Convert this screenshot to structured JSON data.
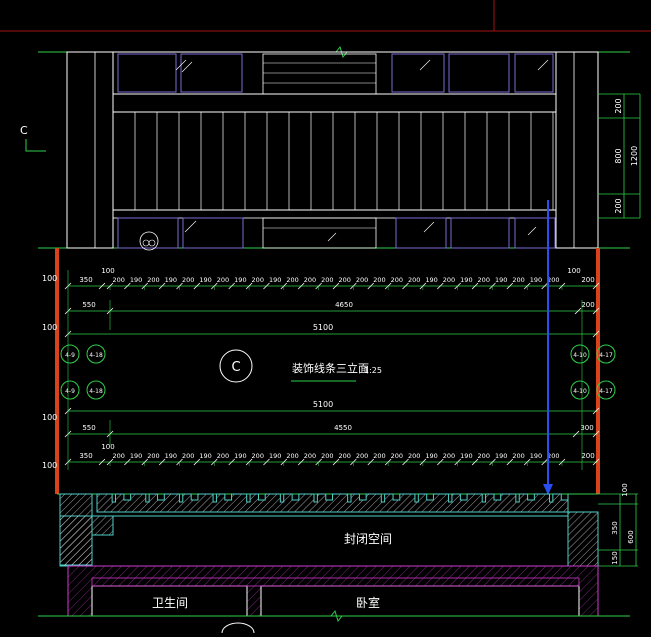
{
  "section_marker": "C",
  "title_circle_letter": "C",
  "drawing_title": "装饰线条三立面",
  "drawing_scale": "1:25",
  "room_labels": {
    "closed_space": "封闭空间",
    "bathroom": "卫生间",
    "bedroom": "卧室"
  },
  "elevation_dims": [
    "200",
    "800",
    "200",
    "1200"
  ],
  "bottom_dims": [
    "100",
    "350",
    "150",
    "600"
  ],
  "left_row_labels": [
    "100",
    "100",
    "100",
    "100"
  ],
  "dim_rows": [
    {
      "id": "pitch-top",
      "first": "350",
      "first_top": "100",
      "right_top": "100",
      "seq": [
        "200",
        "190",
        "200",
        "190",
        "200",
        "190",
        "200",
        "190",
        "200",
        "190",
        "200",
        "200",
        "200",
        "200",
        "200",
        "200",
        "200",
        "200",
        "190",
        "200",
        "190",
        "200",
        "190",
        "200",
        "190",
        "200"
      ],
      "end": "200"
    },
    {
      "id": "sub-top",
      "left": "550",
      "mid": "4650",
      "right": "200"
    },
    {
      "id": "total-top",
      "text": "5100"
    },
    {
      "id": "total-bottom",
      "text": "5100"
    },
    {
      "id": "sub-bottom",
      "left": "550",
      "mid": "4550",
      "right": "300"
    },
    {
      "id": "pitch-bottom",
      "first": "350",
      "first_top": "100",
      "seq": [
        "200",
        "190",
        "200",
        "190",
        "200",
        "190",
        "200",
        "190",
        "200",
        "190",
        "200",
        "200",
        "200",
        "200",
        "200",
        "200",
        "200",
        "200",
        "190",
        "200",
        "190",
        "200",
        "190",
        "200",
        "190",
        "200"
      ],
      "end": "200"
    }
  ],
  "detail_callouts": {
    "left_pair_1": [
      "4-9",
      "4-18"
    ],
    "left_pair_2": [
      "4-9",
      "4-18"
    ],
    "right_pair_1": [
      "4-10",
      "4-17"
    ],
    "right_pair_2": [
      "4-10",
      "4-17"
    ]
  },
  "colors": {
    "line_green": "#2fd14a",
    "text_white": "#ffffff",
    "purple": "#7b6ad6",
    "cyan": "#4fd0c8",
    "red": "#d9431c",
    "magenta": "#d13ad1",
    "blue_arrow": "#2a4ff0",
    "border_red": "#a01414"
  }
}
